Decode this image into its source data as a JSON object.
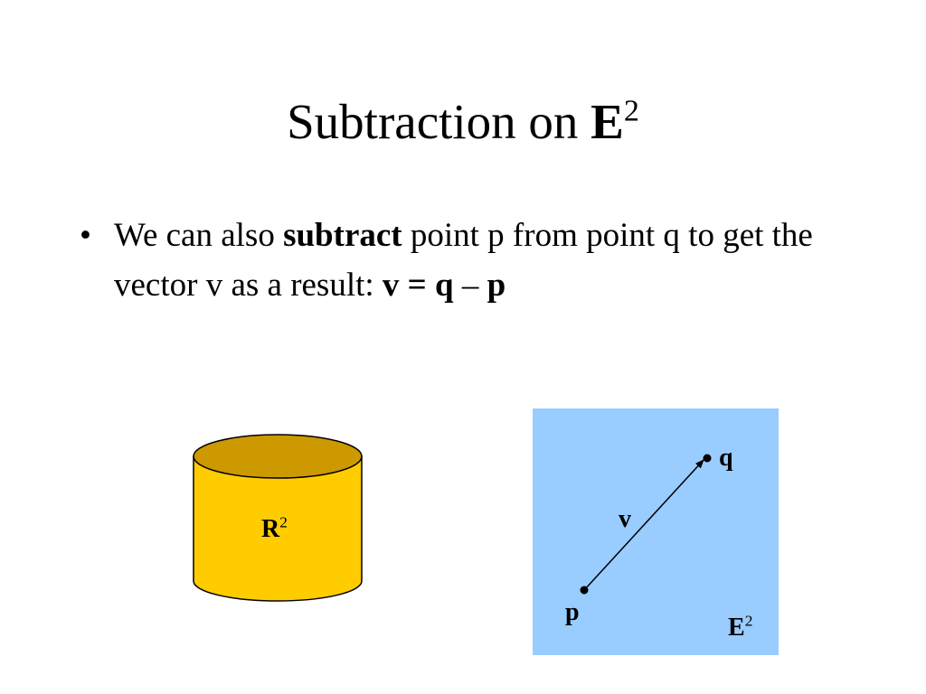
{
  "title": {
    "main": "Subtraction on ",
    "symbol": "E",
    "superscript": "2"
  },
  "bullet": {
    "marker": "•",
    "text_before": "We can also ",
    "bold_word": "subtract",
    "text_middle": " point p from point q to get the vector v as a result: ",
    "equation": {
      "v": "v",
      "equals": " = ",
      "q": "q",
      "minus": " – ",
      "p": "p"
    }
  },
  "cylinder": {
    "label": "R",
    "superscript": "2",
    "body_color": "#FFCC00",
    "top_color": "#CC9900"
  },
  "plane": {
    "background_color": "#99CCFF",
    "space_label": "E",
    "space_superscript": "2",
    "point_p_label": "p",
    "point_q_label": "q",
    "vector_label": "v"
  }
}
